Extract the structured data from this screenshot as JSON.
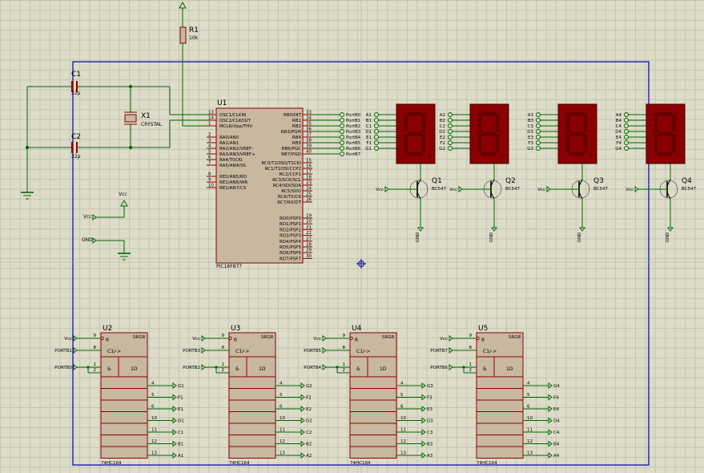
{
  "power": {
    "r1_ref": "R1",
    "r1_val": "10k"
  },
  "osc": {
    "c1_ref": "C1",
    "c1_val": "22p",
    "c2_ref": "C2",
    "c2_val": "22p",
    "x1_ref": "X1",
    "x1_type": "CRYSTAL"
  },
  "supply": {
    "vcc": "Vcc",
    "gnd": "GND"
  },
  "mcu": {
    "ref": "U1",
    "part": "PIC16F877",
    "left_pins": [
      {
        "num": "13",
        "name": "OSC1/CLKIN"
      },
      {
        "num": "14",
        "name": "OSC2/CLKOUT"
      },
      {
        "num": "1",
        "name": "MCLR/Vpp/THV"
      },
      {
        "num": "2",
        "name": "RA0/AN0"
      },
      {
        "num": "3",
        "name": "RA1/AN1"
      },
      {
        "num": "4",
        "name": "RA2/AN2/VREF-"
      },
      {
        "num": "5",
        "name": "RA3/AN3/VREF+"
      },
      {
        "num": "6",
        "name": "RA4/T0CKI"
      },
      {
        "num": "7",
        "name": "RA5/AN4/SS"
      },
      {
        "num": "8",
        "name": "RE0/AN5/RD"
      },
      {
        "num": "9",
        "name": "RE1/AN6/WR"
      },
      {
        "num": "10",
        "name": "RE2/AN7/CS"
      }
    ],
    "right_pins": [
      {
        "num": "33",
        "name": "RB0/INT",
        "net": "PortB0"
      },
      {
        "num": "34",
        "name": "RB1",
        "net": "PortB1"
      },
      {
        "num": "35",
        "name": "RB2",
        "net": "PortB2"
      },
      {
        "num": "36",
        "name": "RB3/PGM",
        "net": "PortB3"
      },
      {
        "num": "37",
        "name": "RB4",
        "net": "PortB4"
      },
      {
        "num": "38",
        "name": "RB5",
        "net": "PortB5"
      },
      {
        "num": "39",
        "name": "RB6/PGC",
        "net": "PortB6"
      },
      {
        "num": "40",
        "name": "RB7/PGD",
        "net": "PortB7"
      },
      {
        "num": "15",
        "name": "RC0/T1OSO/T1CKI"
      },
      {
        "num": "16",
        "name": "RC1/T1OSI/CCP2"
      },
      {
        "num": "17",
        "name": "RC2/CCP1"
      },
      {
        "num": "18",
        "name": "RC3/SCK/SCL"
      },
      {
        "num": "23",
        "name": "RC4/SDI/SDA"
      },
      {
        "num": "24",
        "name": "RC5/SDO"
      },
      {
        "num": "25",
        "name": "RC6/TX/CK"
      },
      {
        "num": "26",
        "name": "RC7/RX/DT"
      },
      {
        "num": "19",
        "name": "RD0/PSP0"
      },
      {
        "num": "20",
        "name": "RD1/PSP1"
      },
      {
        "num": "21",
        "name": "RD2/PSP2"
      },
      {
        "num": "22",
        "name": "RD3/PSP3"
      },
      {
        "num": "27",
        "name": "RD4/PSP4"
      },
      {
        "num": "28",
        "name": "RD5/PSP5"
      },
      {
        "num": "29",
        "name": "RD6/PSP6"
      },
      {
        "num": "30",
        "name": "RD7/PSP7"
      }
    ]
  },
  "displays": [
    {
      "labels": [
        "A1",
        "B1",
        "C1",
        "D1",
        "E1",
        "F1",
        "G1"
      ],
      "trans": "Q1",
      "ttype": "BC547"
    },
    {
      "labels": [
        "A2",
        "B2",
        "C2",
        "D2",
        "E2",
        "F2",
        "G2"
      ],
      "trans": "Q2",
      "ttype": "BC547"
    },
    {
      "labels": [
        "A3",
        "B3",
        "C3",
        "D3",
        "E3",
        "F3",
        "G3"
      ],
      "trans": "Q3",
      "ttype": "BC547"
    },
    {
      "labels": [
        "A4",
        "B4",
        "C4",
        "D4",
        "E4",
        "F4",
        "G4"
      ],
      "trans": "Q4",
      "ttype": "BC547"
    }
  ],
  "shiftregs": [
    {
      "ref": "U2",
      "part": "74HC164",
      "type": "SRG8",
      "clk_net": "PORTB1",
      "data_net": "PORTB0",
      "outs": [
        "G1",
        "F1",
        "E1",
        "D1",
        "C1",
        "B1",
        "A1"
      ]
    },
    {
      "ref": "U3",
      "part": "74HC164",
      "type": "SRG8",
      "clk_net": "PORTB3",
      "data_net": "PORTB2",
      "outs": [
        "G2",
        "F2",
        "E2",
        "D2",
        "C2",
        "B2",
        "A2"
      ]
    },
    {
      "ref": "U4",
      "part": "74HC164",
      "type": "SRG8",
      "clk_net": "PORTB5",
      "data_net": "PORTB4",
      "outs": [
        "G3",
        "F3",
        "E3",
        "D3",
        "C3",
        "B3",
        "A3"
      ]
    },
    {
      "ref": "U5",
      "part": "74HC164",
      "type": "SRG8",
      "clk_net": "PORTB7",
      "data_net": "PORTB6",
      "outs": [
        "G4",
        "F4",
        "E4",
        "D4",
        "C4",
        "B4",
        "A4"
      ]
    }
  ],
  "sr_pins": {
    "reset": "9",
    "clk": "8",
    "a": "1",
    "b": "2",
    "outs": [
      "4",
      "5",
      "6",
      "10",
      "11",
      "12",
      "13"
    ],
    "r_label": "R",
    "c_label": "C1/->",
    "and_label": "&",
    "d_label": "1D"
  }
}
